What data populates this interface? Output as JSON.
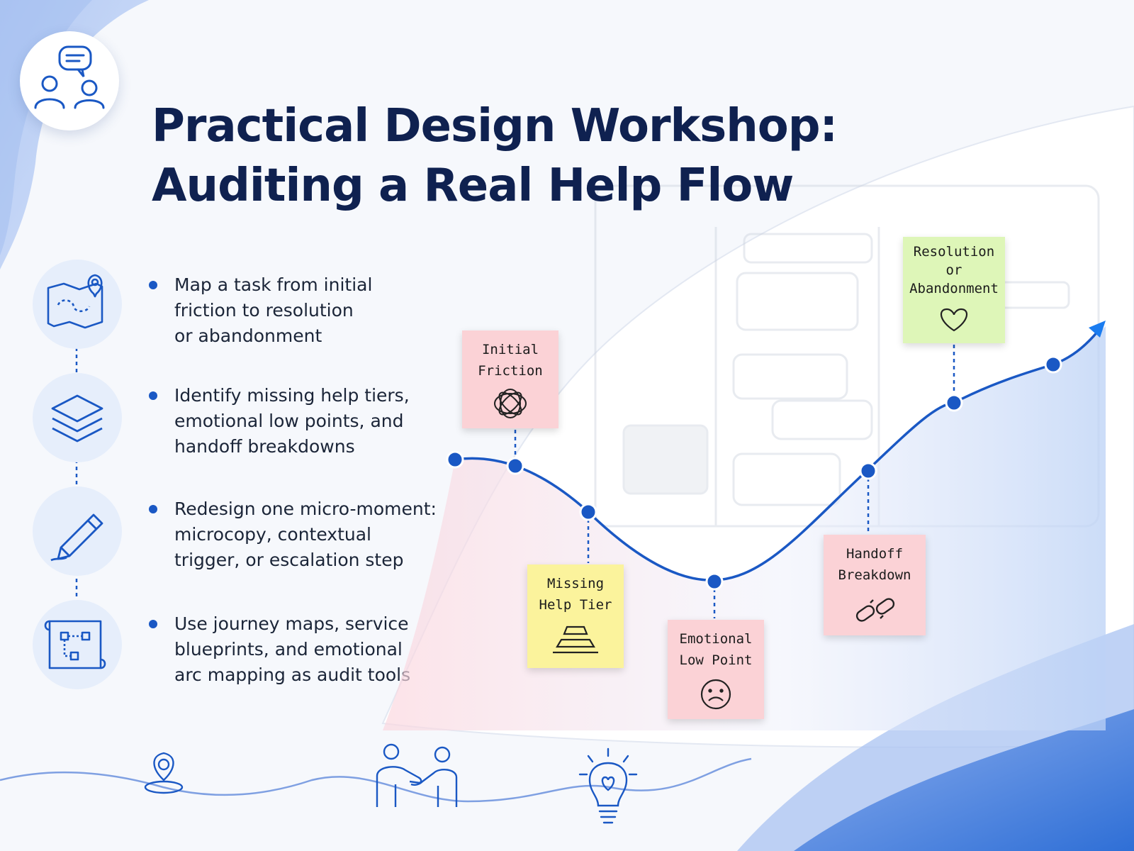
{
  "title": {
    "line1": "Practical Design Workshop:",
    "line2": "Auditing a Real Help Flow"
  },
  "icons": {
    "logo": "chat-people-icon",
    "bullet_icons": [
      "map-pin-icon",
      "layers-icon",
      "pencil-icon",
      "blueprint-icon"
    ],
    "bottom_icons": [
      "location-pin-icon",
      "handshake-icon",
      "lightbulb-heart-icon"
    ]
  },
  "bullets": [
    {
      "lines": [
        "Map a task from initial",
        "friction to resolution",
        "or abandonment"
      ]
    },
    {
      "lines": [
        "Identify missing help tiers,",
        "emotional low points, and",
        "handoff breakdowns"
      ]
    },
    {
      "lines": [
        "Redesign one micro-moment:",
        "microcopy, contextual",
        "trigger, or escalation step"
      ]
    },
    {
      "lines": [
        "Use journey maps, service",
        "blueprints, and emotional",
        "arc mapping as audit tools"
      ]
    }
  ],
  "notes": [
    {
      "lines": [
        "Initial",
        "Friction"
      ],
      "icon": "tangle-icon",
      "color": "pink"
    },
    {
      "lines": [
        "Missing",
        "Help Tier"
      ],
      "icon": "pyramid-icon",
      "color": "yellow"
    },
    {
      "lines": [
        "Emotional",
        "Low Point"
      ],
      "icon": "sad-face-icon",
      "color": "pink"
    },
    {
      "lines": [
        "Handoff",
        "Breakdown"
      ],
      "icon": "broken-link-icon",
      "color": "pink"
    },
    {
      "lines": [
        "Resolution",
        "or",
        "Abandonment"
      ],
      "icon": "heart-icon",
      "color": "green"
    }
  ],
  "colors": {
    "title": "#0f2150",
    "accent": "#1a58c4",
    "pink_note": "#fbd2d6",
    "yellow_note": "#fbf39c",
    "green_note": "#def6b8"
  }
}
